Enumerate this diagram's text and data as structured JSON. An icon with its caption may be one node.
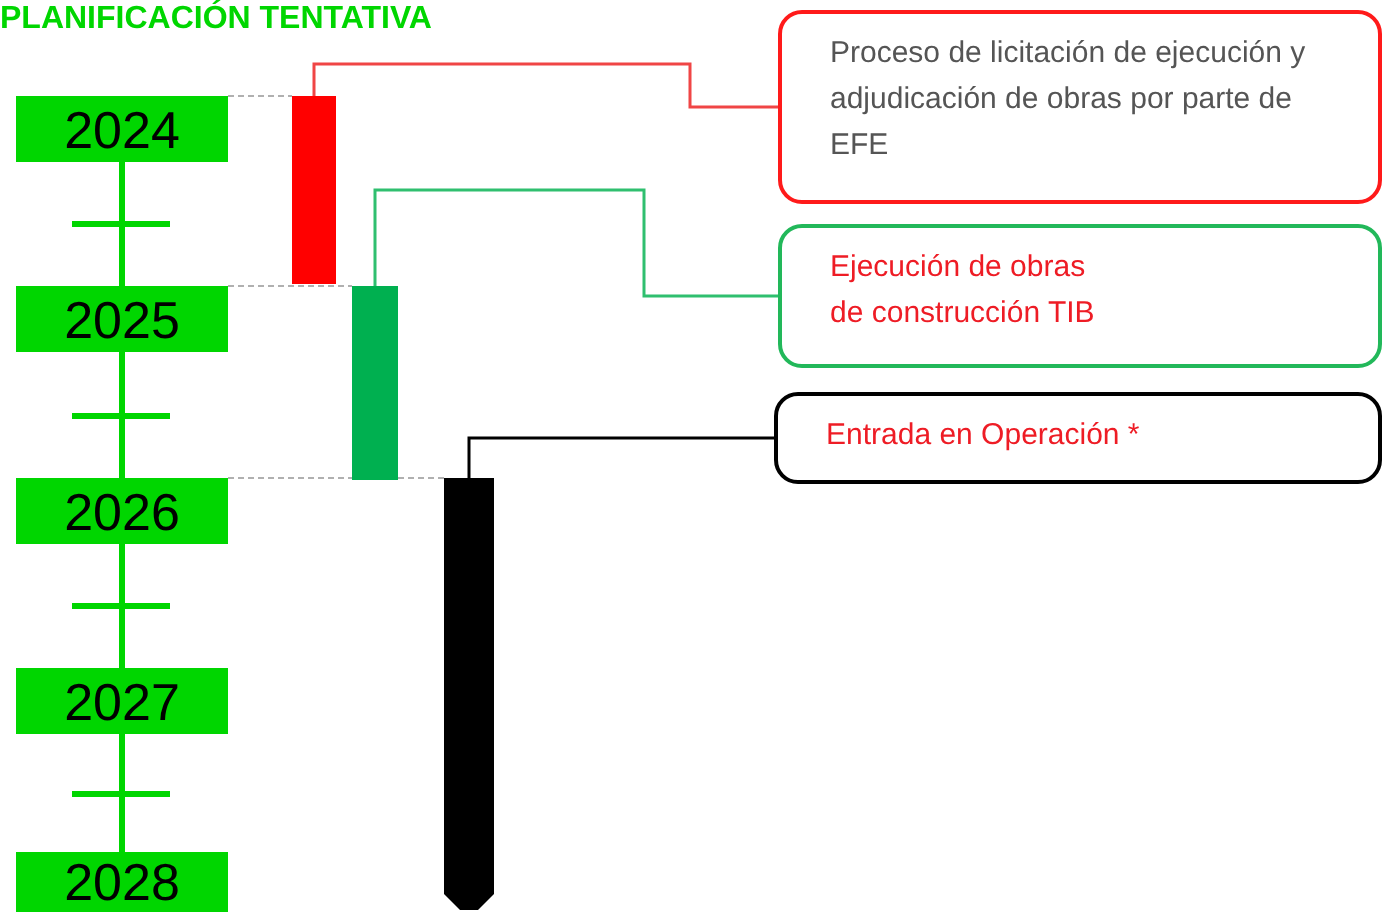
{
  "diagram": {
    "title": "PLANIFICACIÓN TENTATIVA",
    "nodes": [
      {
        "text": [
          "2024"
        ]
      },
      {
        "text": [
          "2025"
        ]
      },
      {
        "text": [
          "2026"
        ]
      },
      {
        "text": [
          "2027"
        ]
      },
      {
        "text": [
          "2028"
        ]
      },
      {
        "text": [],
        "shape": "bar"
      },
      {
        "text": [],
        "shape": "bar"
      },
      {
        "text": [],
        "shape": "bar"
      },
      {
        "text": [
          "Proceso de licitación de ejecución y adjudicación de obras por parte de EFE"
        ]
      },
      {
        "text": [
          "Ejecución de obras de construcción TIB"
        ]
      },
      {
        "text": [
          "Entrada en Operación *"
        ]
      }
    ],
    "edges": [
      {
        "from": 5,
        "to": 8,
        "arrow": "none",
        "color": "#f04545"
      },
      {
        "from": 6,
        "to": 9,
        "arrow": "none",
        "color": "#2fbf6f"
      },
      {
        "from": 7,
        "to": 10,
        "arrow": "none",
        "color": "#000000"
      },
      {
        "from": 0,
        "to": 1,
        "arrow": "none",
        "color": "#00d600",
        "style": "thick"
      },
      {
        "from": 1,
        "to": 2,
        "arrow": "none",
        "color": "#00d600",
        "style": "thick"
      },
      {
        "from": 2,
        "to": 3,
        "arrow": "none",
        "color": "#00d600",
        "style": "thick"
      },
      {
        "from": 3,
        "to": 4,
        "arrow": "none",
        "color": "#00d600",
        "style": "thick"
      },
      {
        "from": 0,
        "to": 5,
        "arrow": "none",
        "style": "dashed",
        "color": "#b0b0b0"
      },
      {
        "from": 1,
        "to": 6,
        "arrow": "none",
        "style": "dashed",
        "color": "#b0b0b0"
      },
      {
        "from": 2,
        "to": 7,
        "arrow": "none",
        "style": "dashed",
        "color": "#b0b0b0"
      }
    ]
  }
}
